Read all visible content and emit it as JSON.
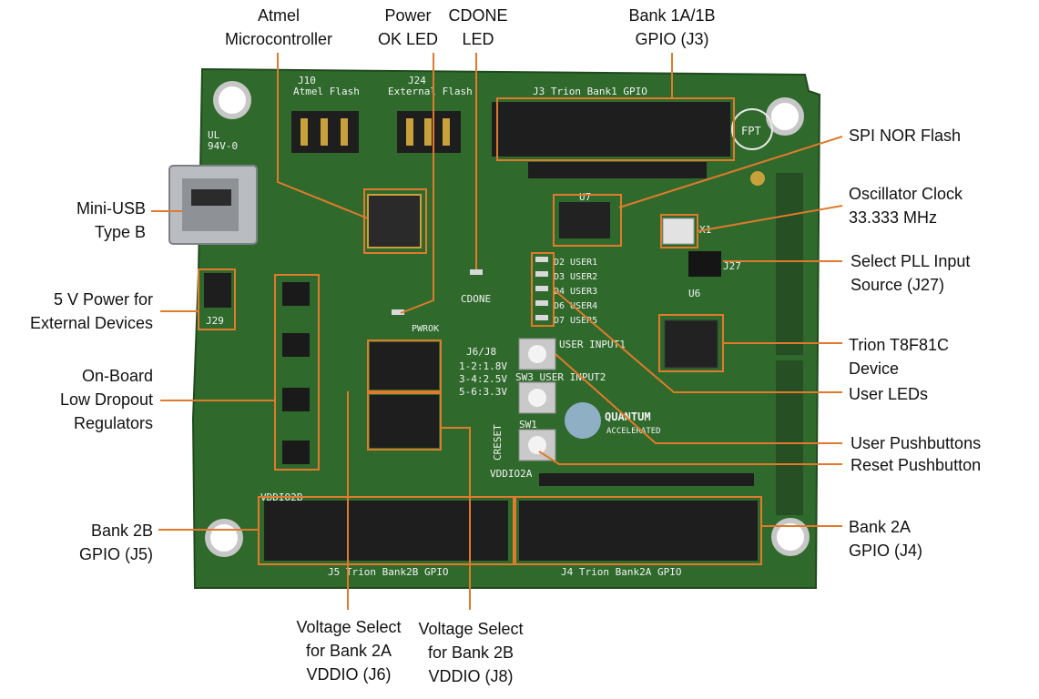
{
  "callouts": {
    "atmel": "Atmel\nMicrocontroller",
    "power_led": "Power\nOK LED",
    "cdone_led": "CDONE\nLED",
    "bank1": "Bank 1A/1B\nGPIO (J3)",
    "spi_flash": "SPI NOR Flash",
    "osc": "Oscillator Clock\n33.333 MHz",
    "pll": "Select PLL Input\nSource (J27)",
    "trion": "Trion T8F81C\nDevice",
    "user_leds": "User LEDs",
    "user_pb": "User Pushbuttons",
    "reset_pb": "Reset Pushbutton",
    "bank2a": "Bank 2A\nGPIO (J4)",
    "usb": "Mini-USB\nType B",
    "power5v": "5 V Power for\nExternal Devices",
    "ldo": "On-Board\nLow Dropout\nRegulators",
    "bank2b": "Bank 2B\nGPIO (J5)",
    "vsel2a": "Voltage Select\nfor Bank 2A\nVDDIO (J6)",
    "vsel2b": "Voltage Select\nfor Bank 2B\nVDDIO (J8)"
  },
  "board": {
    "j10": "J10",
    "atmel_flash": "Atmel Flash",
    "j24": "J24",
    "ext_flash": "External Flash",
    "j3_label": "J3    Trion Bank1 GPIO",
    "j5_label": "J5    Trion Bank2B GPIO",
    "j4_label": "J4  Trion Bank2A GPIO",
    "j6j8": "J6/J8",
    "sel1": "1-2:1.8V",
    "sel2": "3-4:2.5V",
    "sel3": "5-6:3.3V",
    "sw2": "USER INPUT1",
    "sw3": "SW3 USER  INPUT2",
    "sw1": "SW1",
    "creset": "CRESET",
    "cdone": "CDONE",
    "pwrok": "PWROK",
    "u6": "U6",
    "u7": "U7",
    "x1": "X1",
    "j27": "J27",
    "j29": "J29",
    "logo": "QUANTUM",
    "logo2": "ACCELERATED",
    "vddio2b": "VDDIO2B",
    "vddio2a": "VDDIO2A",
    "ul": "UL",
    "ul2": "94V-0",
    "fpt": "FPT",
    "user_led_labels": [
      "D2 USER1",
      "D3 USER2",
      "D4 USER3",
      "D6 USER4",
      "D7 USER5"
    ]
  },
  "colors": {
    "pcb": "#2f6a2c",
    "line": "#e07a2c",
    "header": "#1e1e1e",
    "gold": "#c9a13a"
  }
}
